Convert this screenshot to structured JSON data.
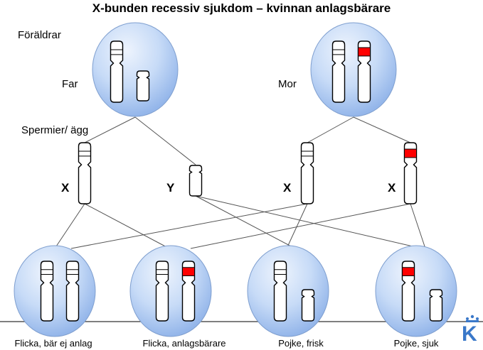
{
  "title": "X-bunden recessiv sjukdom – kvinnan anlagsbärare",
  "labels": {
    "parents": "Föräldrar",
    "father": "Far",
    "mother": "Mor",
    "gametes": "Spermier/ ägg"
  },
  "gametes": [
    {
      "id": "father-x",
      "chromosome": "X",
      "carries_allele": false
    },
    {
      "id": "father-y",
      "chromosome": "Y",
      "carries_allele": false
    },
    {
      "id": "mother-x-healthy",
      "chromosome": "X",
      "carries_allele": false
    },
    {
      "id": "mother-x-carrier",
      "chromosome": "X",
      "carries_allele": true
    }
  ],
  "children": [
    {
      "label": "Flicka, bär ej anlag",
      "sex_chromosomes": "XX",
      "carries_allele": false
    },
    {
      "label": "Flicka, anlagsbärare",
      "sex_chromosomes": "XX",
      "carries_allele": true
    },
    {
      "label": "Pojke, frisk",
      "sex_chromosomes": "XY",
      "carries_allele": false
    },
    {
      "label": "Pojke, sjuk",
      "sex_chromosomes": "XY",
      "carries_allele": true
    }
  ],
  "colors": {
    "cell_fill_light": "#d7e6fa",
    "cell_fill_dark": "#9cbef0",
    "cell_stroke": "#7f9fcf",
    "allele_mark": "#ff0000",
    "line": "#555555",
    "logo": "#3a78c9"
  },
  "logo": {
    "letter": "K"
  }
}
